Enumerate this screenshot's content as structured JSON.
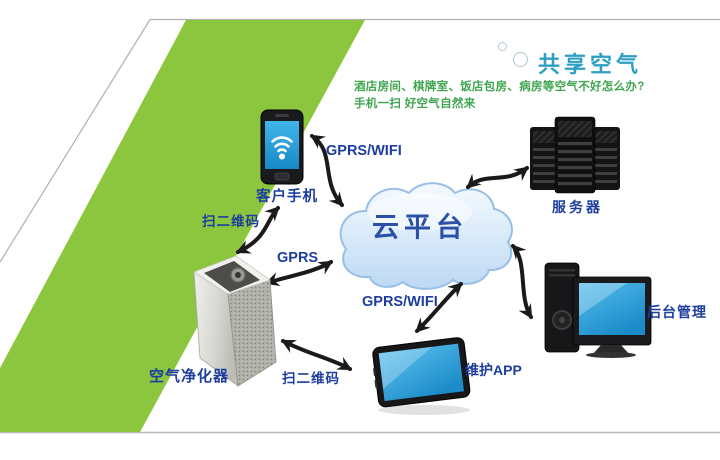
{
  "header": {
    "title": "共享空气",
    "subtitle_line1": "酒店房间、棋牌室、饭店包房、病房等空气不好怎么办?",
    "subtitle_line2": "手机一扫 好空气自然来"
  },
  "cloud": {
    "label": "云平台"
  },
  "nodes": {
    "phone": {
      "label": "客户手机"
    },
    "server": {
      "label": "服务器"
    },
    "admin": {
      "label": "后台管理"
    },
    "tablet": {
      "label": "维护APP"
    },
    "purifier": {
      "label": "空气净化器"
    }
  },
  "links": {
    "phone_cloud": {
      "label": "GPRS/WIFI"
    },
    "phone_purifier": {
      "label": "扫二维码"
    },
    "purifier_cloud": {
      "label": "GPRS"
    },
    "cloud_tablet": {
      "label": "GPRS/WIFI"
    },
    "purifier_tablet": {
      "label": "扫二维码"
    }
  },
  "colors": {
    "green_band": "#8CC63E",
    "title_blue": "#2E9FC4",
    "subtitle_green": "#3FA54F",
    "label_blue": "#1D3E9E",
    "cloud_text": "#2B50A8",
    "cloud_fill_top": "#F4FAFE",
    "cloud_fill_bottom": "#BBD8F4",
    "screen_blue": "#2EA7E2",
    "arrow_black": "#1A1A1A"
  }
}
